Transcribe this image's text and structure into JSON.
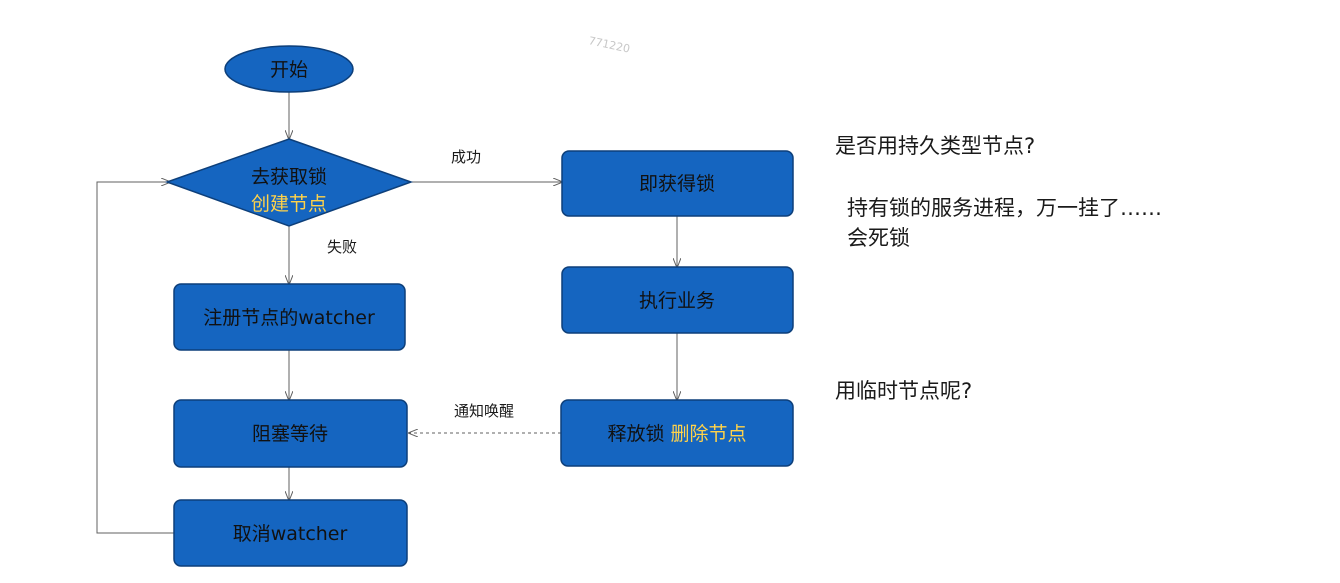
{
  "watermark": "771220",
  "nodes": {
    "start": "开始",
    "acquire": {
      "line1": "去获取锁",
      "line2": "创建节点"
    },
    "register_watcher": "注册节点的watcher",
    "block_wait": "阻塞等待",
    "cancel_watcher": "取消watcher",
    "got_lock": "即获得锁",
    "execute": "执行业务",
    "release": {
      "text": "释放锁",
      "highlight": "删除节点"
    }
  },
  "edges": {
    "success": "成功",
    "fail": "失败",
    "notify": "通知唤醒"
  },
  "notes": {
    "q_persistent": "是否用持久类型节点?",
    "risk_line1": "持有锁的服务进程，万一挂了……",
    "risk_line2": "会死锁",
    "q_ephemeral": "用临时节点呢?"
  },
  "colors": {
    "node_fill": "#1565c0",
    "node_stroke": "#0d3f7a",
    "highlight_text": "#ffd24a",
    "arrow": "#606060"
  }
}
